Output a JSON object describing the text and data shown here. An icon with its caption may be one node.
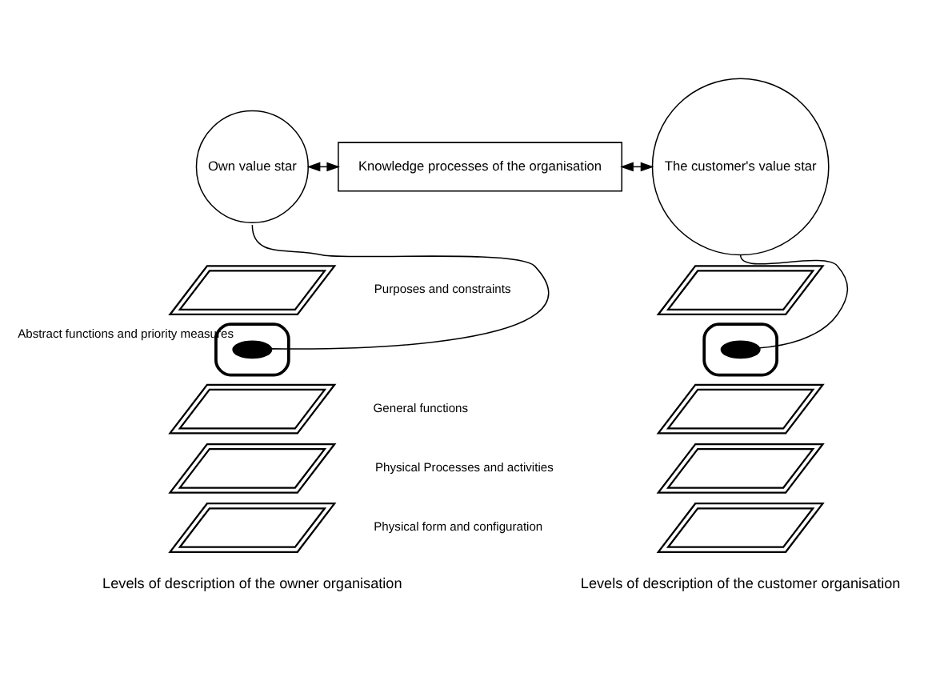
{
  "diagram": {
    "nodes": [
      {
        "text": [
          "Own value star"
        ]
      },
      {
        "text": [
          "Knowledge processes of the organisation"
        ]
      },
      {
        "text": [
          "The customer's value star"
        ]
      },
      {
        "text": [],
        "shape": "parallelogram",
        "beside": [
          "Purposes and constraints"
        ]
      },
      {
        "text": [],
        "shape": "parallelogram",
        "beside": [
          "Abstract functions and priority measures"
        ]
      },
      {
        "text": [],
        "shape": "circle",
        "in": 4
      },
      {
        "text": [],
        "shape": "parallelogram",
        "beside": [
          "General functions"
        ]
      },
      {
        "text": [],
        "shape": "parallelogram",
        "beside": [
          "Physical Processes and activities"
        ]
      },
      {
        "text": [],
        "shape": "parallelogram",
        "beside": [
          "Physical form and configuration"
        ]
      },
      {
        "text": [],
        "shape": "parallelogram"
      },
      {
        "text": [],
        "shape": "parallelogram"
      },
      {
        "text": [],
        "shape": "circle",
        "in": 10
      },
      {
        "text": [],
        "shape": "parallelogram"
      },
      {
        "text": [],
        "shape": "parallelogram"
      },
      {
        "text": [],
        "shape": "parallelogram"
      }
    ],
    "edges": [
      {
        "from": 0,
        "to": 1,
        "arrow": "both"
      },
      {
        "from": 1,
        "to": 2,
        "arrow": "both"
      },
      {
        "from": 0,
        "to": 5,
        "arrow": "none"
      },
      {
        "from": 2,
        "to": 11,
        "arrow": "none"
      }
    ],
    "labels": [
      "Levels of description of the owner organisation",
      "Levels of description of the customer organisation"
    ]
  }
}
